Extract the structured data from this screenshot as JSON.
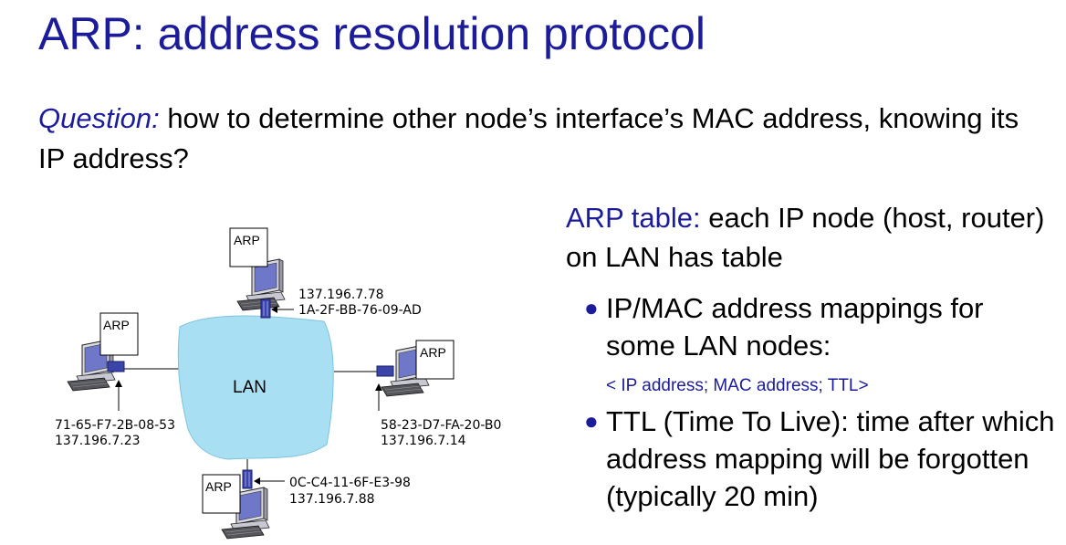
{
  "slide": {
    "title": "ARP: address resolution protocol",
    "question_label": "Question:",
    "question_text": " how to determine other node’s interface’s MAC address, knowing its IP address?"
  },
  "right": {
    "arp_table_label": "ARP table:",
    "arp_table_text": " each IP node (host, router) on LAN has table",
    "bullets": [
      {
        "text": "IP/MAC address mappings for some LAN nodes:"
      },
      {
        "text": "TTL (Time To Live): time after which address mapping will be forgotten (typically 20 min)"
      }
    ],
    "mapping_format": "< IP address; MAC address; TTL>"
  },
  "diagram": {
    "lan_label": "LAN",
    "arp_label": "ARP",
    "nodes": [
      {
        "name": "top",
        "ip": "137.196.7.78",
        "mac": "1A-2F-BB-76-09-AD"
      },
      {
        "name": "left",
        "mac": "71-65-F7-2B-08-53",
        "ip": "137.196.7.23"
      },
      {
        "name": "right",
        "mac": "58-23-D7-FA-20-B0",
        "ip": "137.196.7.14"
      },
      {
        "name": "bottom",
        "mac": "0C-C4-11-6F-E3-98",
        "ip": "137.196.7.88"
      }
    ]
  },
  "colors": {
    "title": "#1c1c9a",
    "lan_cloud": "#a9dff2",
    "adapter": "#3b44a8"
  }
}
